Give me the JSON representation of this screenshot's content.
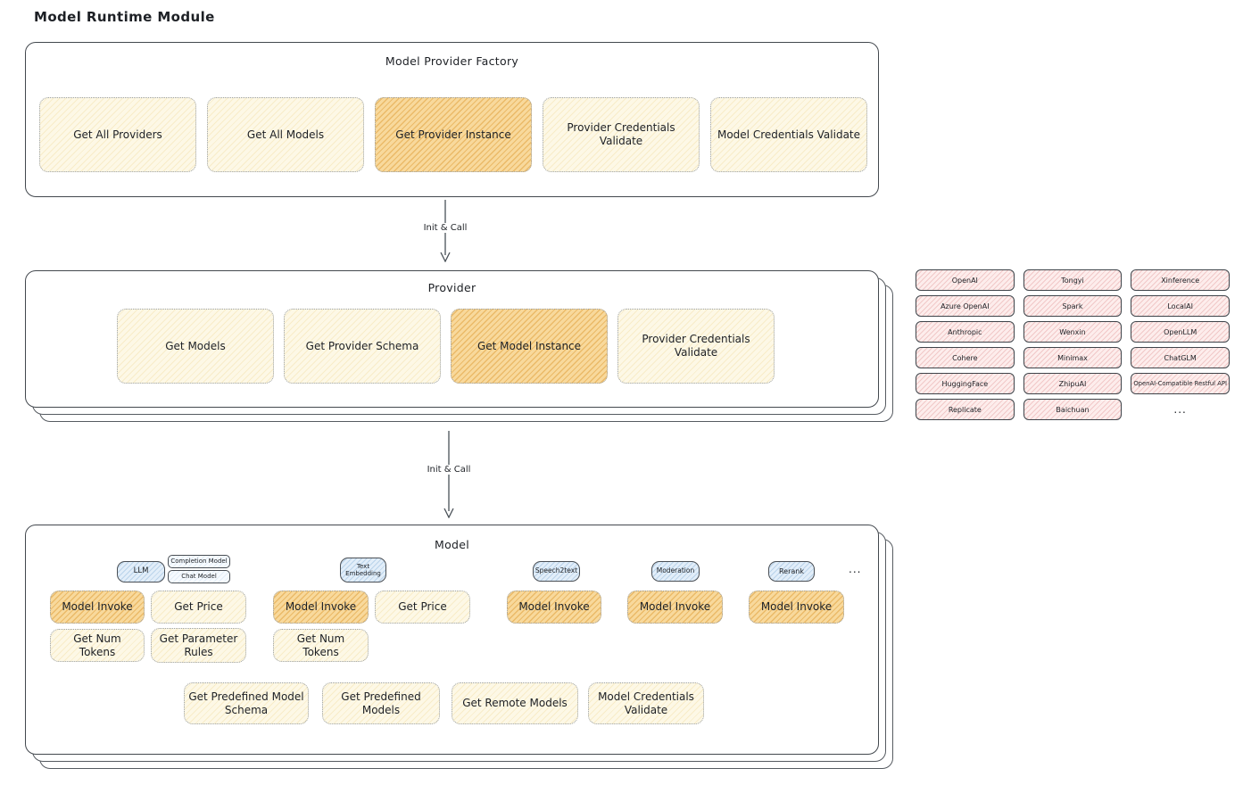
{
  "title": "Model Runtime Module",
  "arrows": {
    "first": "Init & Call",
    "second": "Init & Call"
  },
  "factory": {
    "title": "Model Provider Factory",
    "buttons": [
      {
        "label": "Get All Providers",
        "active": false
      },
      {
        "label": "Get All Models",
        "active": false
      },
      {
        "label": "Get Provider Instance",
        "active": true
      },
      {
        "label": "Provider Credentials Validate",
        "active": false
      },
      {
        "label": "Model Credentials Validate",
        "active": false
      }
    ]
  },
  "provider": {
    "title": "Provider",
    "buttons": [
      {
        "label": "Get Models",
        "active": false
      },
      {
        "label": "Get Provider Schema",
        "active": false
      },
      {
        "label": "Get Model Instance",
        "active": true
      },
      {
        "label": "Provider Credentials Validate",
        "active": false
      }
    ]
  },
  "providers": {
    "items": [
      "OpenAI",
      "Tongyi",
      "Xinference",
      "Azure OpenAI",
      "Spark",
      "LocalAI",
      "Anthropic",
      "Wenxin",
      "OpenLLM",
      "Cohere",
      "Minimax",
      "ChatGLM",
      "HuggingFace",
      "ZhipuAI",
      "OpenAI-Compatible Restful API",
      "Replicate",
      "Baichuan"
    ],
    "more": "..."
  },
  "model": {
    "title": "Model",
    "type_tags": {
      "llm": "LLM",
      "completion_model": "Completion Model",
      "chat_model": "Chat Model",
      "text_embedding": "Text Embedding",
      "speech2text": "Speech2text",
      "moderation": "Moderation",
      "rerank": "Rerank",
      "more": "..."
    },
    "ops": [
      {
        "label": "Model Invoke",
        "active": true
      },
      {
        "label": "Get Price",
        "active": false
      },
      {
        "label": "Model Invoke",
        "active": true
      },
      {
        "label": "Get Price",
        "active": false
      },
      {
        "label": "Model Invoke",
        "active": true
      },
      {
        "label": "Model Invoke",
        "active": true
      },
      {
        "label": "Model Invoke",
        "active": true
      },
      {
        "label": "Get Num Tokens",
        "active": false
      },
      {
        "label": "Get Parameter Rules",
        "active": false
      },
      {
        "label": "Get Num Tokens",
        "active": false
      }
    ],
    "bottom_ops": [
      {
        "label": "Get Predefined Model Schema"
      },
      {
        "label": "Get Predefined Models"
      },
      {
        "label": "Get Remote Models"
      },
      {
        "label": "Model Credentials Validate"
      }
    ]
  },
  "colors": {
    "op_fill": "#fdf8e6",
    "op_active_fill": "#f8d99c",
    "provider_chip_fill": "#fdedec",
    "tag_fill": "#e2eef9",
    "border_dark": "#43484e"
  }
}
